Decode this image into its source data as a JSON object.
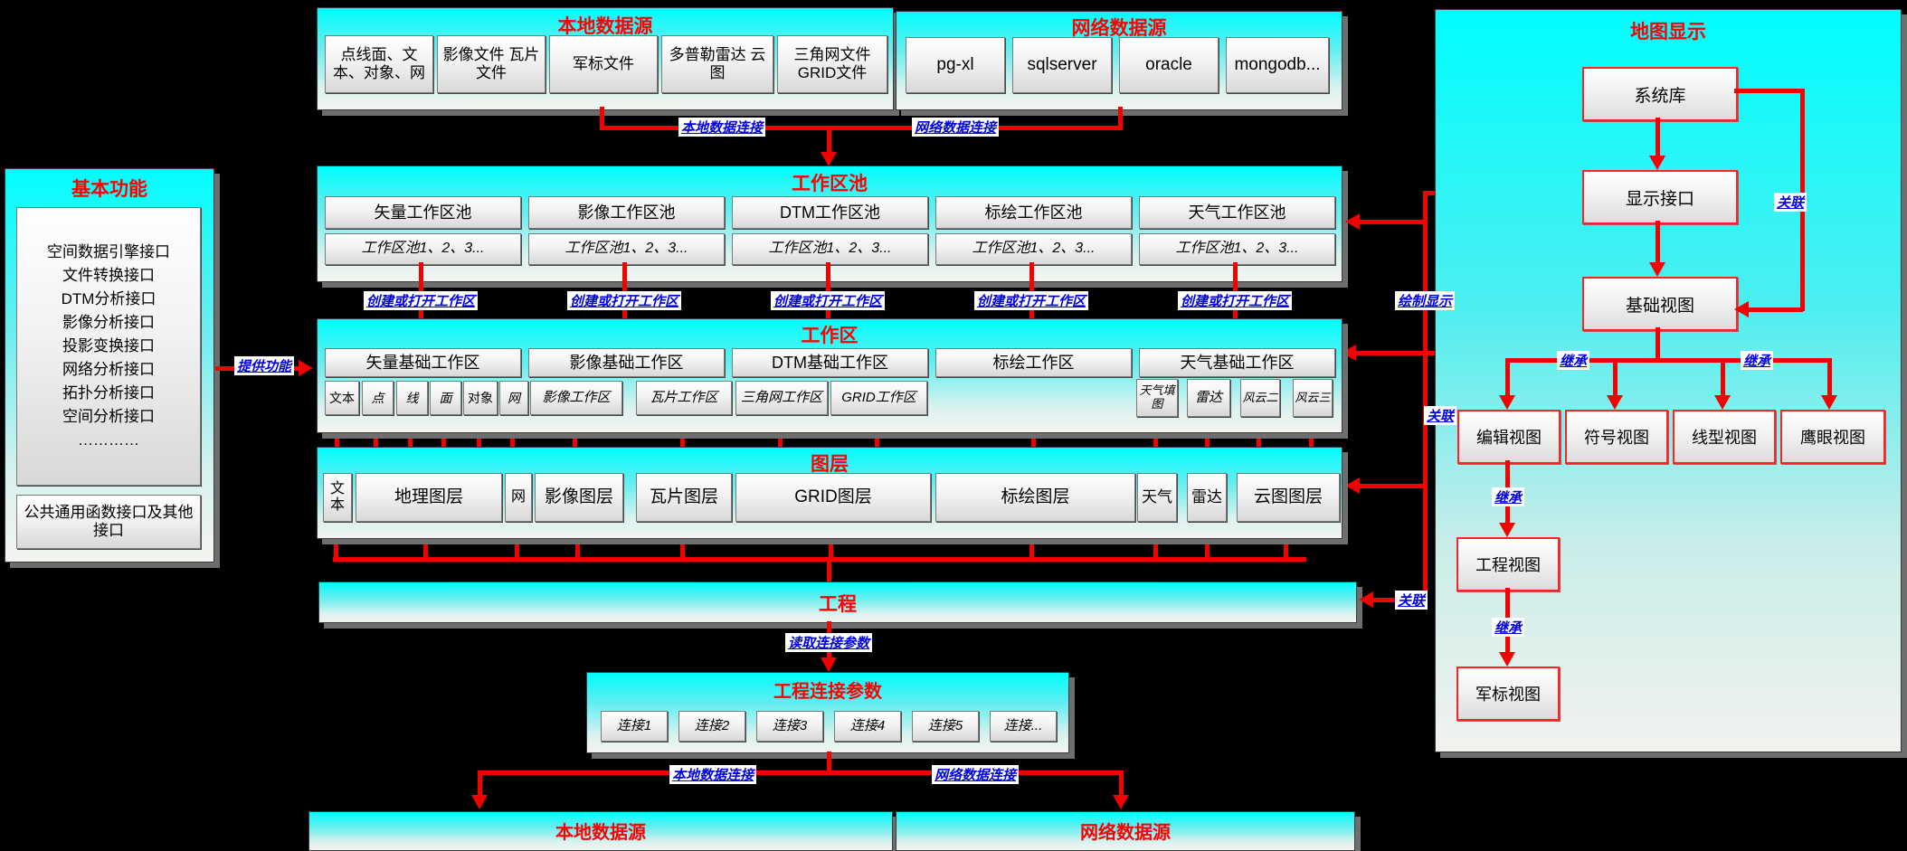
{
  "panels": {
    "basic": {
      "title": "基本功能",
      "items": [
        "空间数据引擎接口",
        "文件转换接口",
        "DTM分析接口",
        "影像分析接口",
        "投影变换接口",
        "网络分析接口",
        "拓扑分析接口",
        "空间分析接口",
        "…………"
      ],
      "common": "公共通用函数接口及其他接口"
    },
    "local_top": {
      "title": "本地数据源",
      "items": [
        "点线面、文本、对象、网",
        "影像文件 瓦片文件",
        "军标文件",
        "多普勒雷达 云图",
        "三角网文件 GRID文件"
      ]
    },
    "net_top": {
      "title": "网络数据源",
      "items": [
        "pg-xl",
        "sqlserver",
        "oracle",
        "mongodb..."
      ]
    },
    "pool": {
      "title": "工作区池",
      "row1": [
        "矢量工作区池",
        "影像工作区池",
        "DTM工作区池",
        "标绘工作区池",
        "天气工作区池"
      ],
      "row2": [
        "工作区池1、2、3...",
        "工作区池1、2、3...",
        "工作区池1、2、3...",
        "工作区池1、2、3...",
        "工作区池1、2、3..."
      ]
    },
    "workspace": {
      "title": "工作区",
      "row1": [
        "矢量基础工作区",
        "影像基础工作区",
        "DTM基础工作区",
        "标绘工作区",
        "天气基础工作区"
      ],
      "vector": [
        "文本",
        "点",
        "线",
        "面",
        "对象",
        "网"
      ],
      "mid": [
        "影像工作区",
        "瓦片工作区",
        "三角网工作区",
        "GRID工作区"
      ],
      "weather": [
        "天气填图",
        "雷达",
        "风云二",
        "风云三"
      ]
    },
    "layers": {
      "title": "图层",
      "items": [
        "文本",
        "地理图层",
        "网",
        "影像图层",
        "瓦片图层",
        "GRID图层",
        "标绘图层",
        "天气",
        "雷达",
        "云图图层"
      ]
    },
    "project": {
      "title": "工程"
    },
    "conn": {
      "title": "工程连接参数",
      "items": [
        "连接1",
        "连接2",
        "连接3",
        "连接4",
        "连接5",
        "连接..."
      ]
    },
    "local_bottom": {
      "title": "本地数据源"
    },
    "net_bottom": {
      "title": "网络数据源"
    },
    "map": {
      "title": "地图显示",
      "system_lib": "系统库",
      "display_if": "显示接口",
      "base_view": "基础视图",
      "edit_view": "编辑视图",
      "symbol_view": "符号视图",
      "line_view": "线型视图",
      "eagle_view": "鹰眼视图",
      "project_view": "工程视图",
      "military_view": "军标视图"
    }
  },
  "labels": {
    "local_conn_top": "本地数据连接",
    "net_conn_top": "网络数据连接",
    "create_open": "创建或打开工作区",
    "provide": "提供功能",
    "draw": "绘制显示",
    "assoc": "关联",
    "inherit": "继承",
    "read_params": "读取连接参数",
    "local_conn_bottom": "本地数据连接",
    "net_conn_bottom": "网络数据连接"
  },
  "colors": {
    "line_red": "#ff0000",
    "label_blue": "#0000e8",
    "title_red": "#ff0000",
    "band_cyan": "#00ffff"
  }
}
